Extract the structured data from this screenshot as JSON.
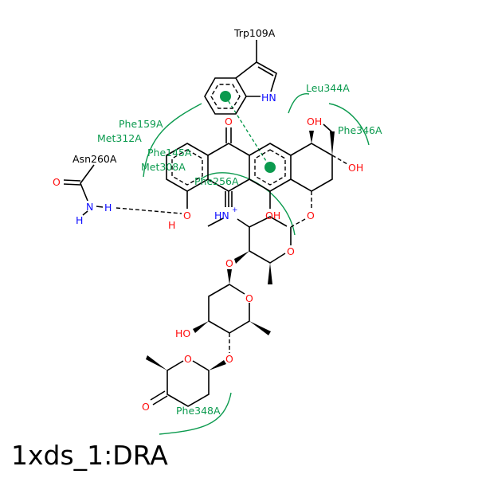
{
  "title": "1xds_1:DRA",
  "residues": {
    "trp109": "Trp109A",
    "leu344": "Leu344A",
    "phe346": "Phe346A",
    "phe159": "Phe159A",
    "met312": "Met312A",
    "phe145": "Phe145A",
    "met308": "Met308A",
    "phe256": "Phe256A",
    "asn260": "Asn260A",
    "phe348": "Phe348A"
  },
  "atoms": {
    "hn_indole": "HN",
    "o_ketone": "O",
    "oh": "OH",
    "o": "O",
    "hn_plus": "HN",
    "plus": "+",
    "h": "H",
    "n": "N",
    "ho": "HO"
  },
  "colors": {
    "hydrophobic": "#0b9a4e",
    "oxygen": "#ff0d0d",
    "nitrogen": "#0d0dff"
  }
}
